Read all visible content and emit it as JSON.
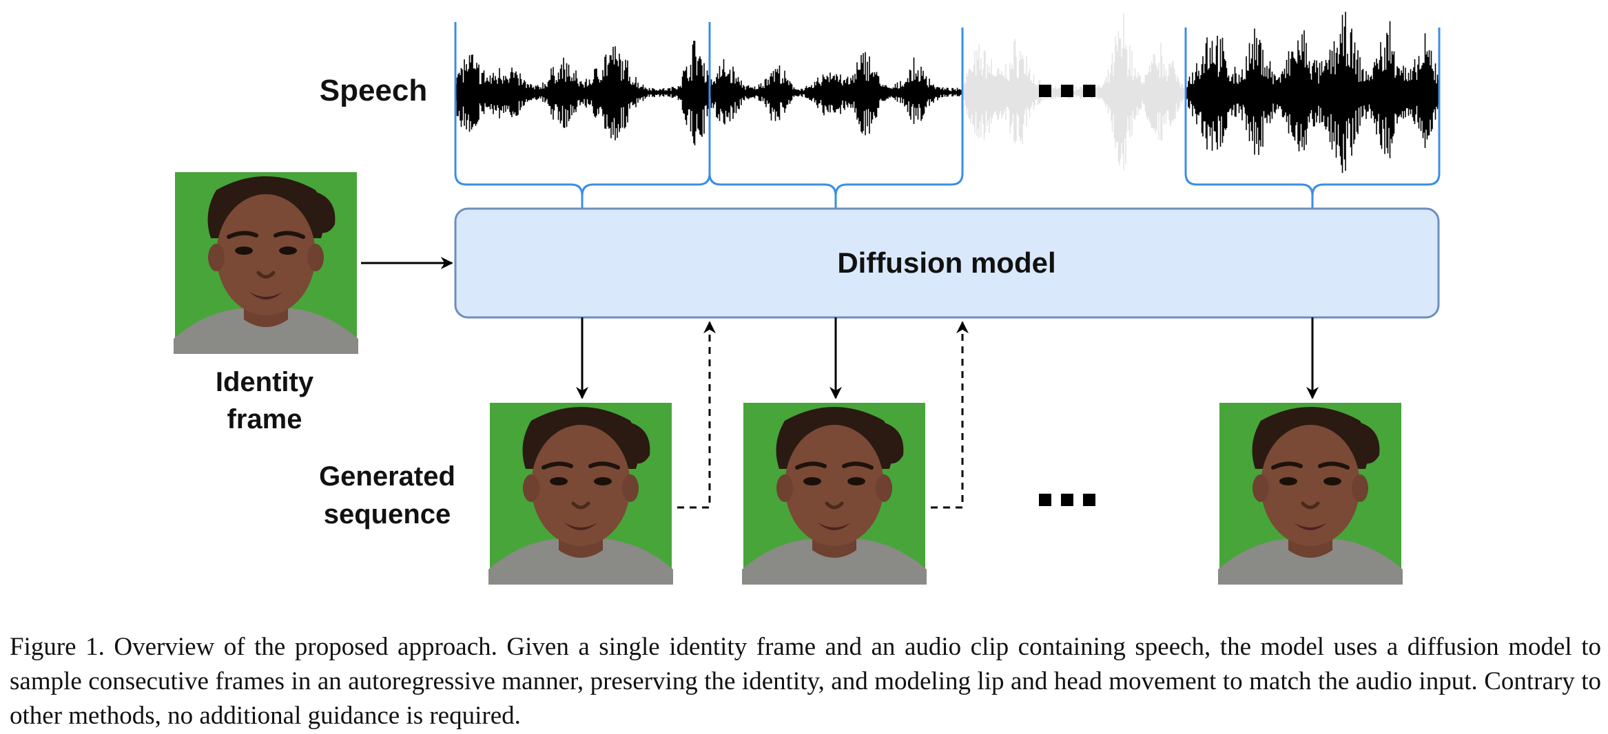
{
  "labels": {
    "speech": "Speech",
    "identity_line1": "Identity",
    "identity_line2": "frame",
    "generated_line1": "Generated",
    "generated_line2": "sequence",
    "model": "Diffusion model"
  },
  "caption": "Figure 1. Overview of the proposed approach. Given a single identity frame and an audio clip containing speech, the model uses a diffusion model to sample consecutive frames in an autoregressive manner, preserving the identity, and modeling lip and head movement to match the audio input. Contrary to other methods, no additional guidance is required.",
  "colors": {
    "brace": "#3a8ee6",
    "model_fill": "#dae8fc",
    "model_stroke": "#6c8ebf",
    "face_bg": "#47a53a",
    "waveform": "#000000",
    "waveform_faded": "#e4e4e4"
  }
}
